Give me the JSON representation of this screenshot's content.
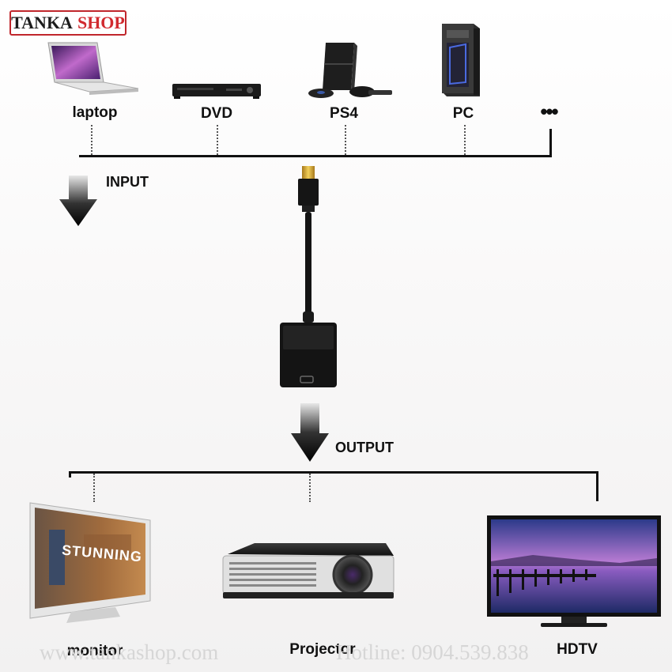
{
  "logo": {
    "part1": "TANKA",
    "part2": "SHOP"
  },
  "inputs": {
    "laptop": "laptop",
    "dvd": "DVD",
    "ps4": "PS4",
    "pc": "PC",
    "more": "•••"
  },
  "input_label": "INPUT",
  "output_label": "OUTPUT",
  "outputs": {
    "monitor": "monitor",
    "projector": "Projector",
    "hdtv": "HDTV",
    "monitor_screen_text": "STUNNING"
  },
  "watermark": {
    "site": "www.tankashop.com",
    "hotline": "Hotline: 0904.539.838"
  },
  "colors": {
    "brand_red": "#d12a2f",
    "line": "#111111"
  }
}
